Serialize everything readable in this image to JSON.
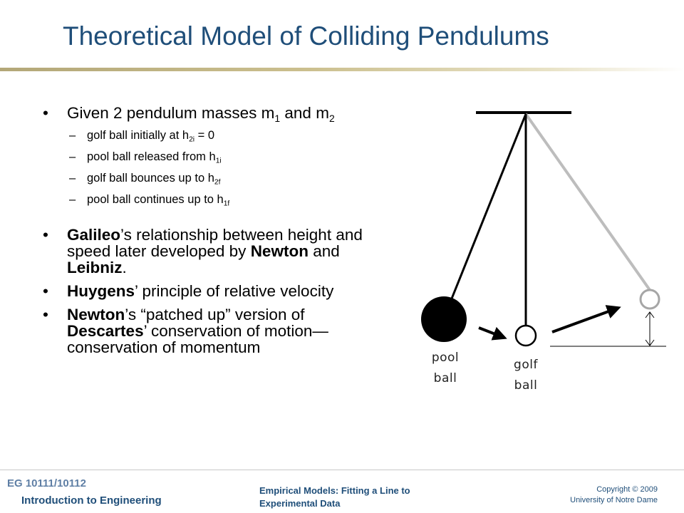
{
  "slide": {
    "title": "Theoretical Model of Colliding Pendulums"
  },
  "bullets": {
    "b1": {
      "text": "Given 2 pendulum masses m",
      "sub1": "1",
      "mid": " and m",
      "sub2": "2"
    },
    "subitems": [
      {
        "text": "golf ball initially at h",
        "sub": "2i",
        "after": " = 0"
      },
      {
        "text": "pool ball released from h",
        "sub": "1i",
        "after": ""
      },
      {
        "text": "golf ball bounces up to h",
        "sub": "2f",
        "after": ""
      },
      {
        "text": "pool ball continues up to h",
        "sub": "1f",
        "after": ""
      }
    ],
    "b2": {
      "bold1": "Galileo",
      "t1": "’s relationship between height and speed later developed by ",
      "bold2": "Newton",
      "t2": " and ",
      "bold3": "Leibniz",
      "t3": "."
    },
    "b3": {
      "bold1": "Huygens",
      "t1": "’ principle of relative velocity"
    },
    "b4": {
      "bold1": "Newton",
      "t1": "’s “patched up” version of ",
      "bold2": "Descartes",
      "t2": "’ conservation of motion—conservation of momentum"
    }
  },
  "diagram": {
    "pool_label_1": "pool",
    "pool_label_2": "ball",
    "golf_label_1": "golf",
    "golf_label_2": "ball",
    "colors": {
      "string": "#000000",
      "displaced_string": "#bdbdbd",
      "ball_stroke": "#8a8a8a"
    }
  },
  "footer": {
    "course": "EG 10111/10112",
    "intro": "Introduction to Engineering",
    "topic_1": "Empirical Models:  Fitting  a Line to",
    "topic_2": "Experimental Data",
    "copyright_1": "Copyright © 2009",
    "copyright_2": "University of Notre Dame"
  },
  "theme": {
    "title_color": "#1f4e79",
    "accent_bar": "#b3a778"
  }
}
